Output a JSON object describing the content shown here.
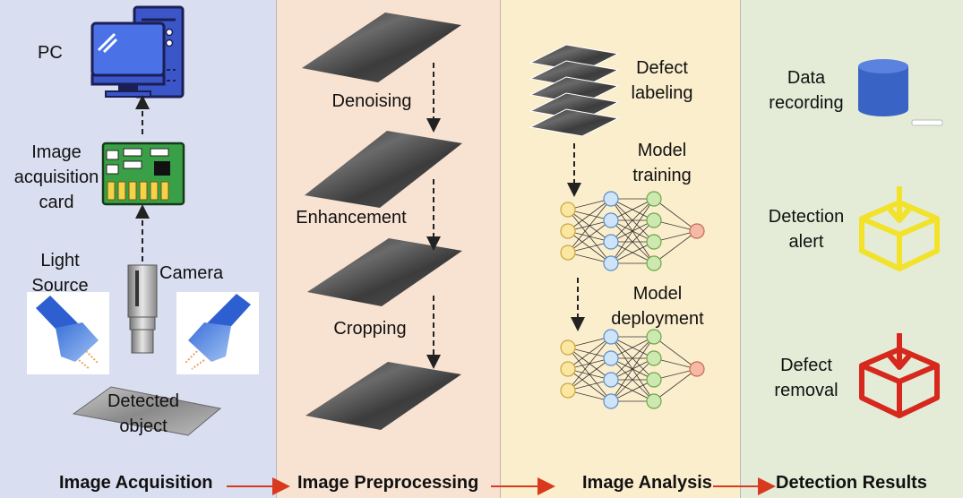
{
  "stages": {
    "acquisition": {
      "pc": "PC",
      "card_line1": "Image",
      "card_line2": "acquisition",
      "card_line3": "card",
      "light_line1": "Light",
      "light_line2": "Source",
      "camera": "Camera",
      "object_line1": "Detected",
      "object_line2": "object",
      "footer": "Image Acquisition"
    },
    "preprocessing": {
      "step1": "Denoising",
      "step2": "Enhancement",
      "step3": "Cropping",
      "footer": "Image Preprocessing"
    },
    "analysis": {
      "labeling_line1": "Defect",
      "labeling_line2": "labeling",
      "training_line1": "Model",
      "training_line2": "training",
      "deployment_line1": "Model",
      "deployment_line2": "deployment",
      "footer": "Image Analysis"
    },
    "results": {
      "recording_line1": "Data",
      "recording_line2": "recording",
      "alert_line1": "Detection",
      "alert_line2": "alert",
      "removal_line1": "Defect",
      "removal_line2": "removal",
      "footer": "Detection Results"
    }
  },
  "colors": {
    "acquisition_bg": "#d9def0",
    "preprocessing_bg": "#f8e2d2",
    "analysis_bg": "#fbeecd",
    "results_bg": "#e4ecd7",
    "flow_arrow": "#d93a1e",
    "alert_icon": "#f2e22a",
    "removal_icon": "#d6281c",
    "database_icon": "#3a63c6"
  },
  "icons": [
    "pc-icon",
    "acquisition-card-icon",
    "camera-icon",
    "light-source-icon",
    "steel-strip-image",
    "neural-network-icon",
    "database-icon",
    "alert-box-icon",
    "removal-box-icon"
  ]
}
